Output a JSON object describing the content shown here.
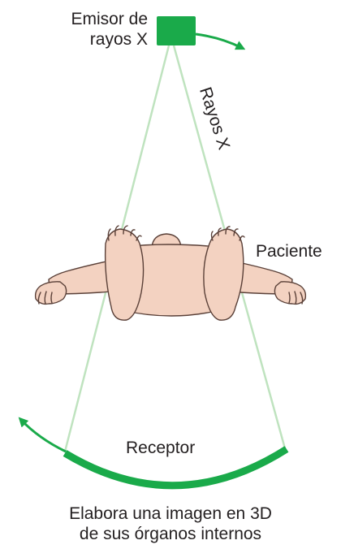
{
  "labels": {
    "emitter_line1": "Emisor de",
    "emitter_line2": "rayos X",
    "rays": "Rayos X",
    "patient": "Paciente",
    "receptor": "Receptor"
  },
  "caption": {
    "line1": "Elabora una imagen en 3D",
    "line2": "de sus órganos internos"
  },
  "colors": {
    "emitter": "#1aaa4a",
    "beam": "#bfe3bf",
    "arrow": "#1aaa4a",
    "receptor": "#1aaa4a",
    "skin": "#f3d2c1",
    "skin_outline": "#5a4038",
    "text": "#231f20"
  },
  "icons": {
    "emitter": "xray-emitter-box",
    "rotation_arrows": "curved-arrow",
    "patient": "patient-lying-figure"
  }
}
